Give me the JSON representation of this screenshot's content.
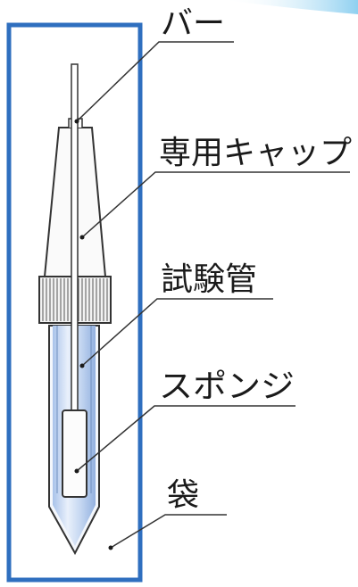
{
  "labels": {
    "bar": "バー",
    "cap": "専用キャップ",
    "tube": "試験管",
    "sponge": "スポンジ",
    "bag": "袋"
  },
  "colors": {
    "bag_border": "#2f6fbf",
    "liquid": "#bfd3ef",
    "line": "#333333",
    "swoosh": "#a9d9f2"
  }
}
